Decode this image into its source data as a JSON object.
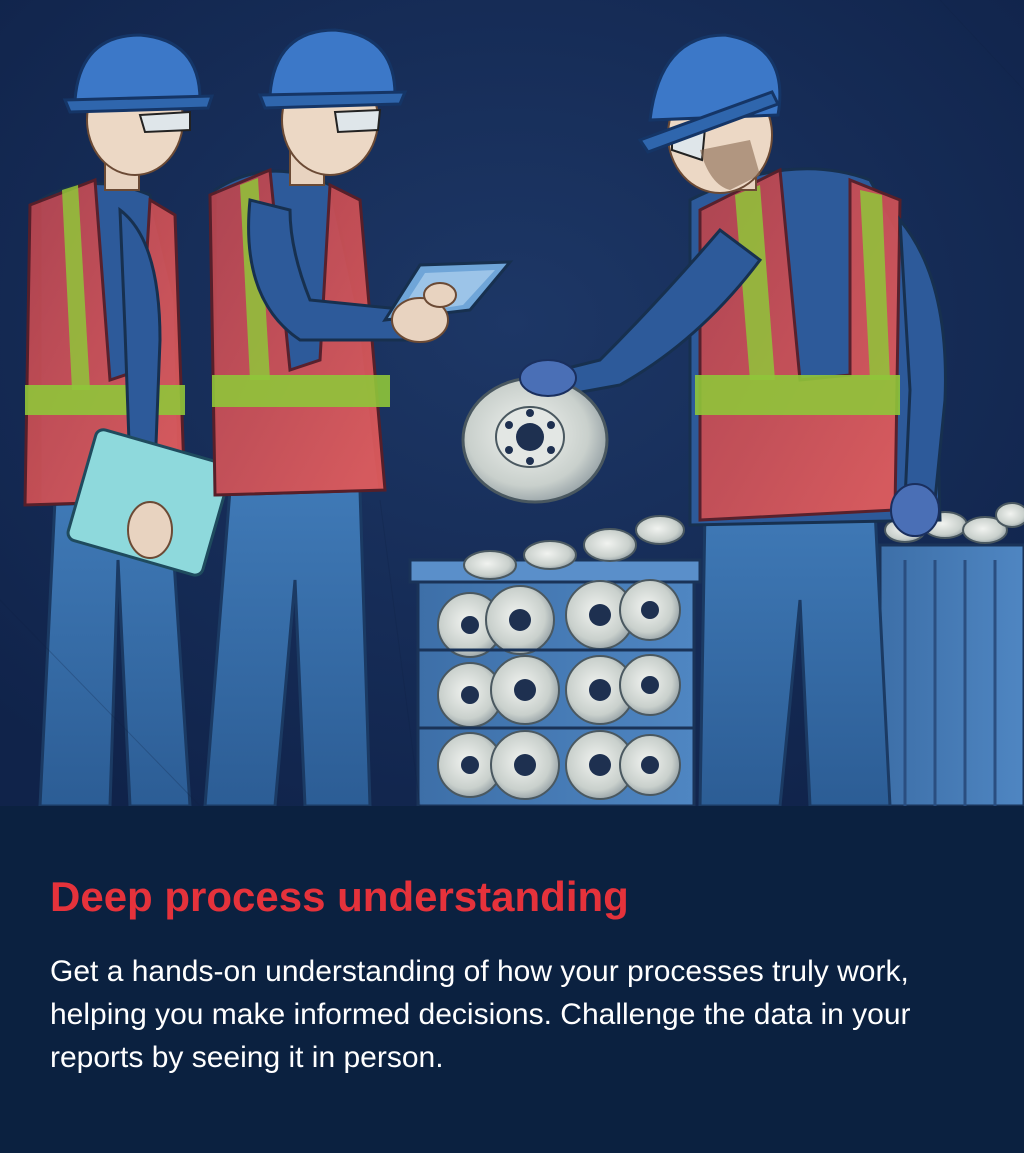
{
  "card": {
    "headline": "Deep process understanding",
    "body": "Get a hands-on understanding of how your processes truly work, helping you make informed decisions. Challenge the data in your reports by seeing it in person."
  },
  "illustration": {
    "subject": "three-workers-inspecting-brake-discs"
  },
  "colors": {
    "background": "#0b2140",
    "headline": "#e5323b",
    "body_text": "#ffffff",
    "vest": "#d9534f",
    "reflective_stripe": "#9acd32",
    "helmet": "#3c78c8"
  }
}
